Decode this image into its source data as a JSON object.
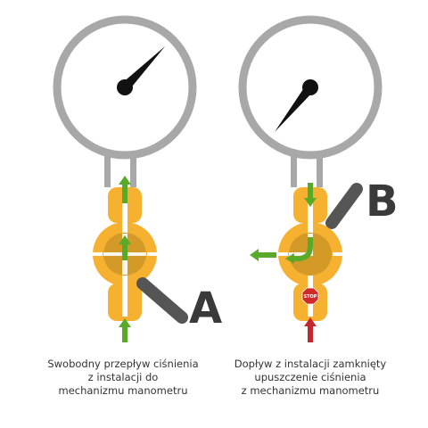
{
  "labels": {
    "valve_a": "A",
    "valve_b": "B",
    "stop_sign": "STOP"
  },
  "captions": {
    "a": [
      "Swobodny przepływ ciśnienia",
      "z instalacji do",
      "mechanizmu manometru"
    ],
    "b": [
      "Dopływ z instalacji zamknięty",
      "upuszczenie ciśnienia",
      "z mechanizmu manometru"
    ]
  },
  "colors": {
    "gauge_ring": "#a8a8a8",
    "body": "#f5b12f",
    "handle": "#555555",
    "flow_arrow": "#5aaa2a",
    "blocked_arrow": "#c4282e",
    "stop": "#d12a2a"
  }
}
